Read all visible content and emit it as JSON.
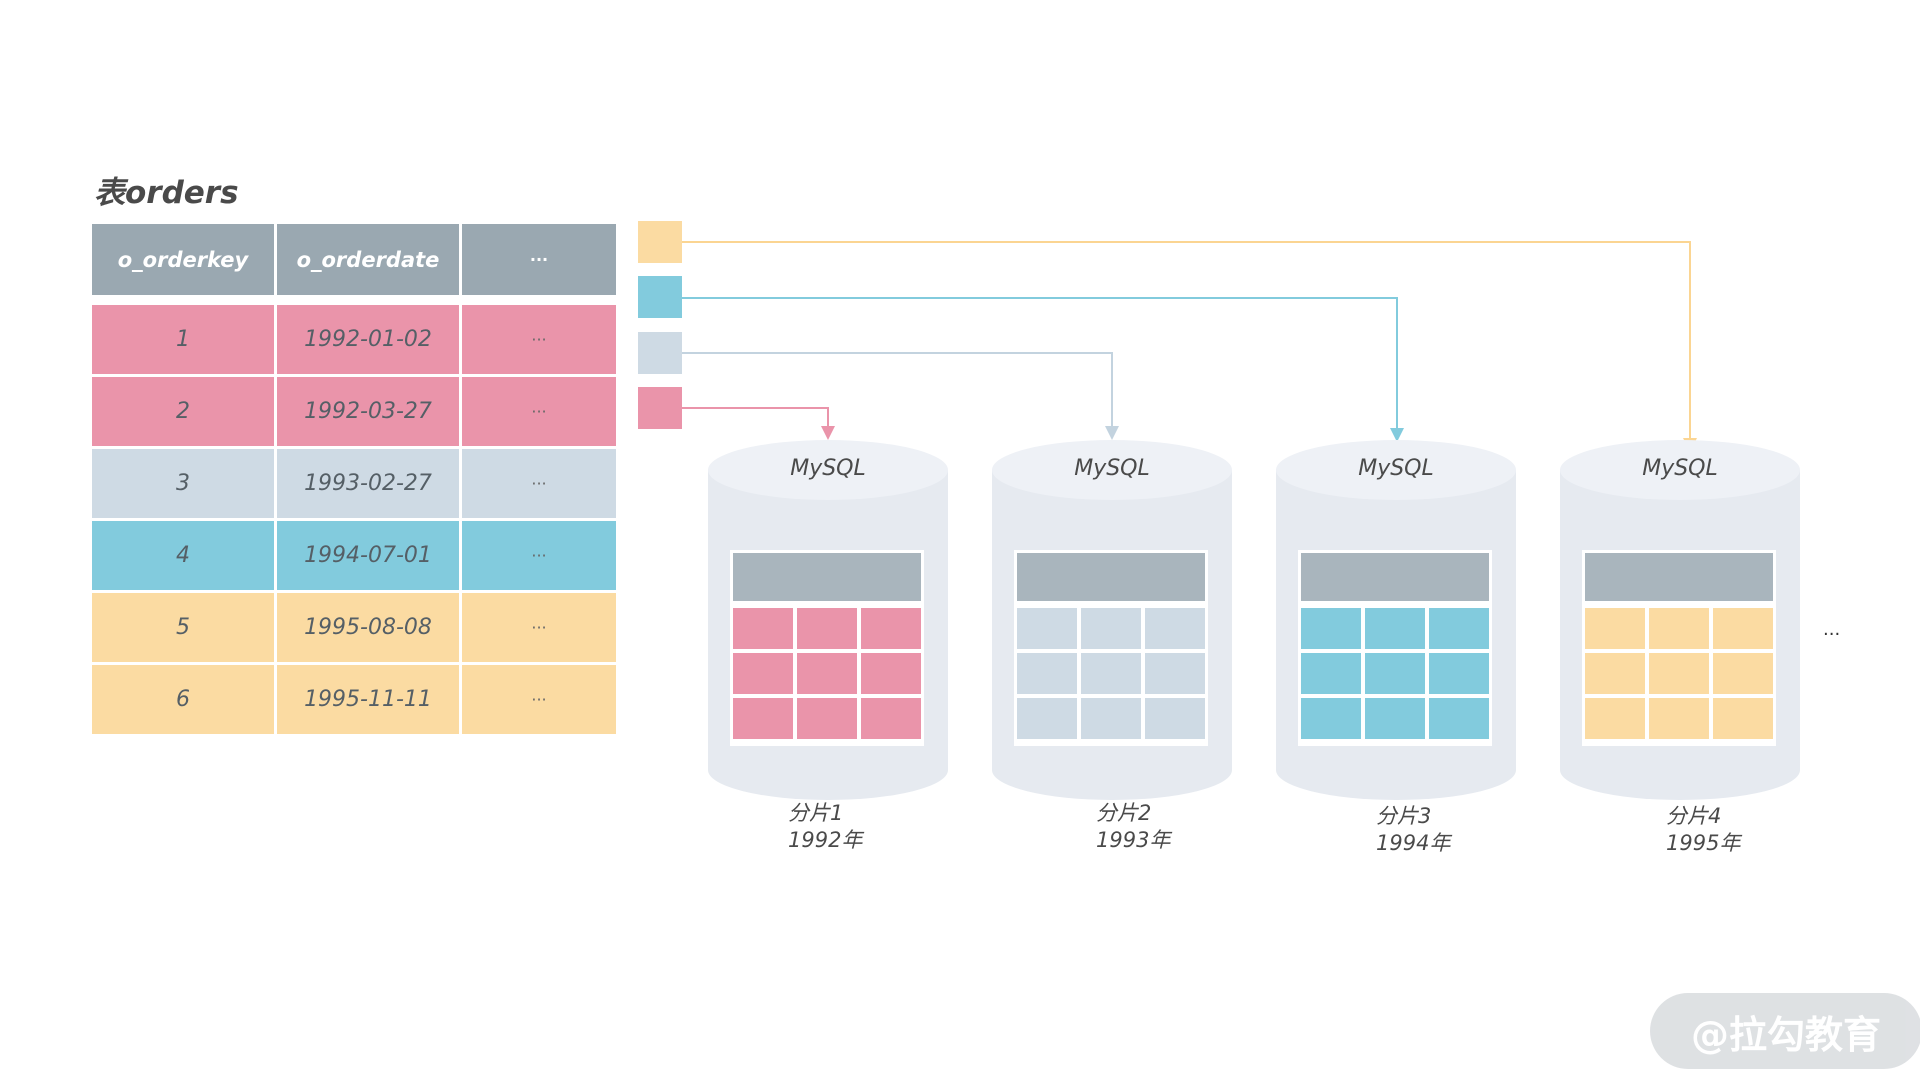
{
  "table": {
    "title": "表orders",
    "headers": [
      "o_orderkey",
      "o_orderdate",
      "···"
    ],
    "rows": [
      {
        "key": "1",
        "date": "1992-01-02",
        "more": "···",
        "color": "#ea94aa"
      },
      {
        "key": "2",
        "date": "1992-03-27",
        "more": "···",
        "color": "#ea94aa"
      },
      {
        "key": "3",
        "date": "1993-02-27",
        "more": "···",
        "color": "#cedae4"
      },
      {
        "key": "4",
        "date": "1994-07-01",
        "more": "···",
        "color": "#82cbdd"
      },
      {
        "key": "5",
        "date": "1995-08-08",
        "more": "···",
        "color": "#fbdba2"
      },
      {
        "key": "6",
        "date": "1995-11-11",
        "more": "···",
        "color": "#fbdba2"
      }
    ],
    "header_color": "#9aa8b1"
  },
  "shards": [
    {
      "db": "MySQL",
      "name": "分片1",
      "year": "1992年",
      "color": "#ea94aa",
      "arrow": "#ea94aa"
    },
    {
      "db": "MySQL",
      "name": "分片2",
      "year": "1993年",
      "color": "#cedae4",
      "arrow": "#c3d3df"
    },
    {
      "db": "MySQL",
      "name": "分片3",
      "year": "1994年",
      "color": "#82cbdd",
      "arrow": "#82cbdd"
    },
    {
      "db": "MySQL",
      "name": "分片4",
      "year": "1995年",
      "color": "#fbdba2",
      "arrow": "#fbd592"
    }
  ],
  "more_shards": "···",
  "watermark": "@拉勾教育"
}
